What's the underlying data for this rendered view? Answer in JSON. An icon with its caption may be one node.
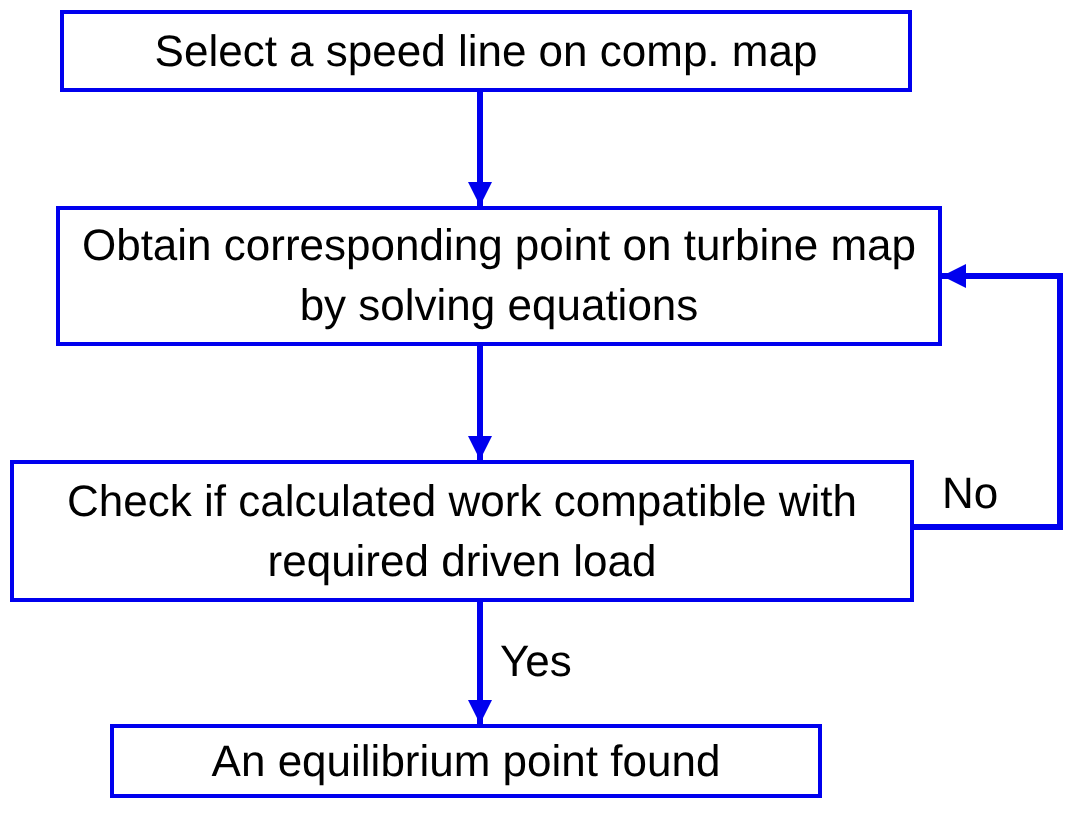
{
  "diagram": {
    "nodes": [
      {
        "text": [
          "Select a speed line on comp. map"
        ]
      },
      {
        "text": [
          "Obtain corresponding point on turbine map by solving equations"
        ]
      },
      {
        "text": [
          "Check if calculated work compatible with required driven load"
        ]
      },
      {
        "text": [
          "An equilibrium point found"
        ]
      }
    ],
    "edges": [
      {
        "from": 0,
        "to": 1,
        "arrow": "to"
      },
      {
        "from": 1,
        "to": 2,
        "arrow": "to"
      },
      {
        "from": 2,
        "to": 3,
        "arrow": "to",
        "label": "Yes"
      },
      {
        "from": 2,
        "to": 1,
        "arrow": "to",
        "label": "No"
      }
    ]
  }
}
